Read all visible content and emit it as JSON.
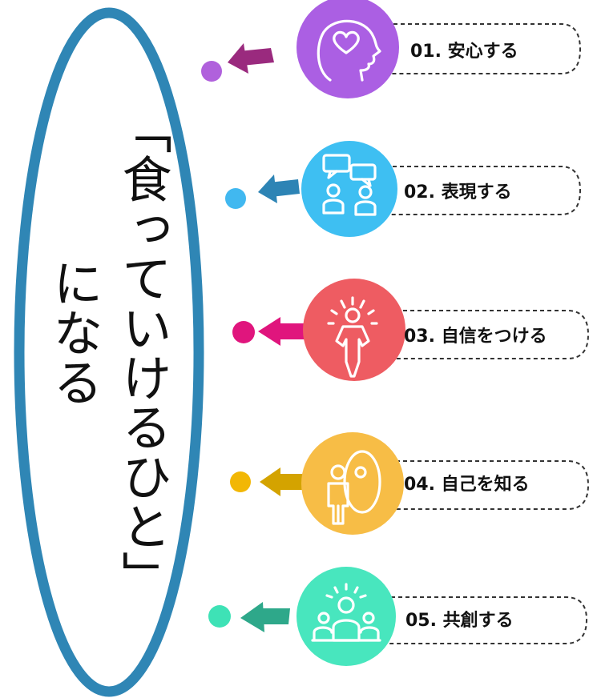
{
  "title": {
    "line1": "「食っていけるひと」",
    "line2": "になる"
  },
  "steps": [
    {
      "label": "01. 安心する",
      "icon": "head-heart-icon",
      "color": "#ab5fe3",
      "arrow_color": "#9a2a7e"
    },
    {
      "label": "02. 表現する",
      "icon": "speech-bubbles-people-icon",
      "color": "#3ebff2",
      "arrow_color": "#2d84b5"
    },
    {
      "label": "03. 自信をつける",
      "icon": "confident-person-icon",
      "color": "#ee5c62",
      "arrow_color": "#e0157d"
    },
    {
      "label": "04. 自己を知る",
      "icon": "person-mirror-icon",
      "color": "#f7bd46",
      "arrow_color": "#d4a300"
    },
    {
      "label": "05. 共創する",
      "icon": "group-people-icon",
      "color": "#48e6be",
      "arrow_color": "#2ea88a"
    }
  ],
  "colors": {
    "ellipse_stroke": "#2f86b5",
    "dot_01": "#b061dc",
    "dot_02": "#41b8f0",
    "dot_03": "#e0157d",
    "dot_04": "#f2b705",
    "dot_05": "#3ee2b6"
  }
}
